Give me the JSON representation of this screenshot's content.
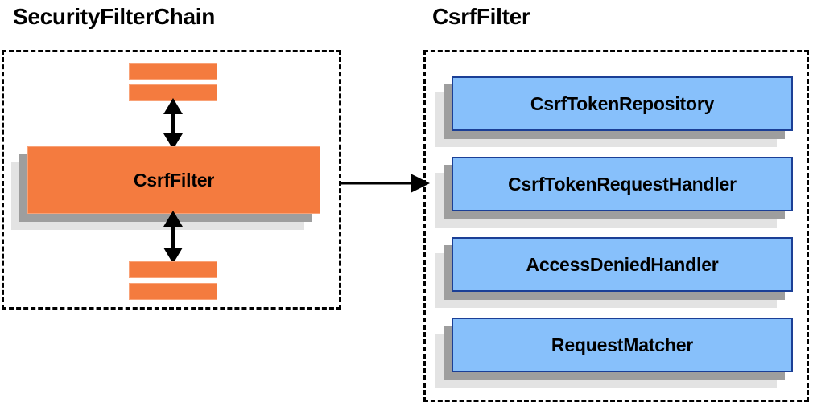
{
  "diagram": {
    "title_left": "SecurityFilterChain",
    "title_right": "CsrfFilter",
    "colors": {
      "orange_fill": "#f47b3f",
      "orange_border": "#f9a277",
      "blue_fill": "#87c0fb",
      "blue_border": "#1b3f96",
      "shadow_dark": "#9e9e9e",
      "shadow_light": "#e3e3e3",
      "outline": "#000000",
      "background": "#ffffff"
    }
  },
  "security_filter_chain": {
    "label": "SecurityFilterChain",
    "main_node": {
      "label": "CsrfFilter"
    },
    "filter_bars": [
      {
        "position": "top-1"
      },
      {
        "position": "top-2"
      },
      {
        "position": "bottom-1"
      },
      {
        "position": "bottom-2"
      }
    ],
    "connectors": [
      {
        "name": "upper-double-arrow",
        "kind": "double-headed-vertical"
      },
      {
        "name": "lower-double-arrow",
        "kind": "double-headed-vertical"
      }
    ]
  },
  "csrf_filter": {
    "label": "CsrfFilter",
    "collaborators": [
      {
        "label": "CsrfTokenRepository"
      },
      {
        "label": "CsrfTokenRequestHandler"
      },
      {
        "label": "AccessDeniedHandler"
      },
      {
        "label": "RequestMatcher"
      }
    ]
  },
  "link": {
    "name": "csrffilter-expansion-arrow",
    "kind": "single-headed-horizontal",
    "from": "SecurityFilterChain.CsrfFilter",
    "to": "CsrfFilter"
  }
}
